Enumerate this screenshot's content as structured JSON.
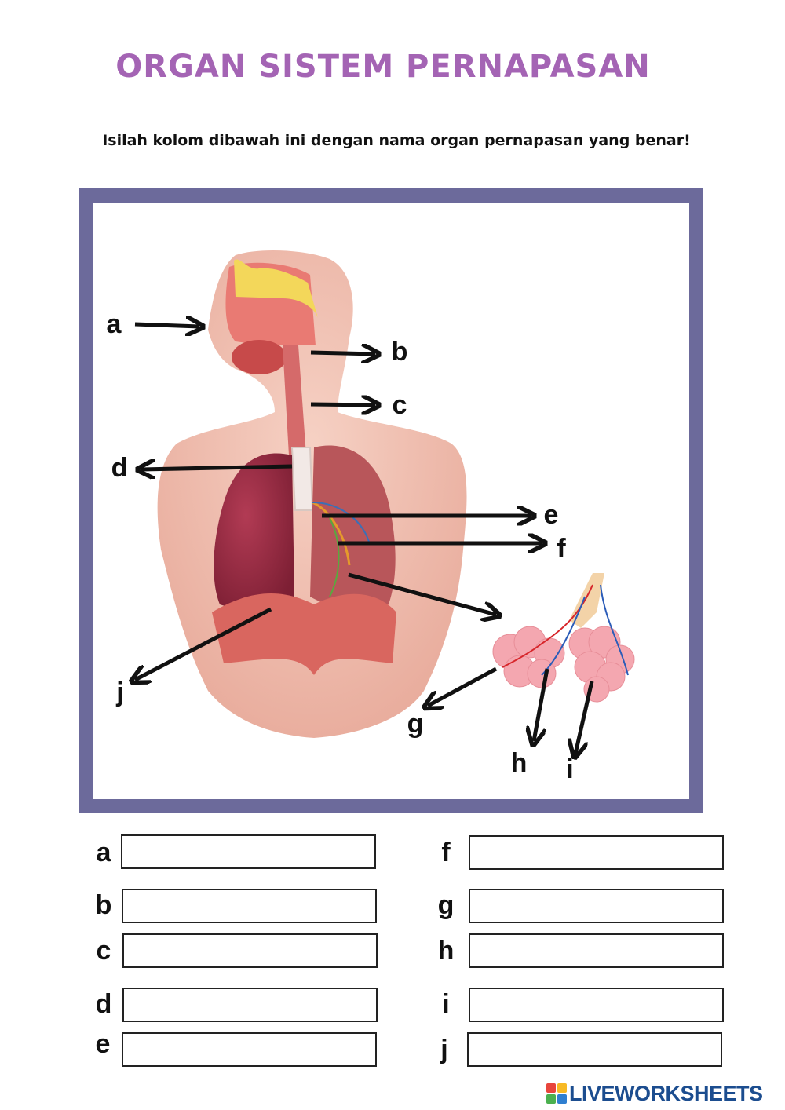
{
  "title": "ORGAN SISTEM PERNAPASAN",
  "instruction": "Isilah kolom dibawah ini dengan nama organ pernapasan yang benar!",
  "diagram": {
    "labels": [
      "a",
      "b",
      "c",
      "d",
      "e",
      "f",
      "g",
      "h",
      "i",
      "j"
    ]
  },
  "answers": {
    "left": [
      {
        "letter": "a",
        "value": ""
      },
      {
        "letter": "b",
        "value": ""
      },
      {
        "letter": "c",
        "value": ""
      },
      {
        "letter": "d",
        "value": ""
      },
      {
        "letter": "e",
        "value": ""
      }
    ],
    "right": [
      {
        "letter": "f",
        "value": ""
      },
      {
        "letter": "g",
        "value": ""
      },
      {
        "letter": "h",
        "value": ""
      },
      {
        "letter": "i",
        "value": ""
      },
      {
        "letter": "j",
        "value": ""
      }
    ]
  },
  "brand": {
    "name": "LIVEWORKSHEETS",
    "logo_colors": [
      "#e8453c",
      "#f7b924",
      "#4bb04f",
      "#2f7fd0"
    ]
  },
  "colors": {
    "title": "#a464b4",
    "frame": "#6c6a9b"
  }
}
